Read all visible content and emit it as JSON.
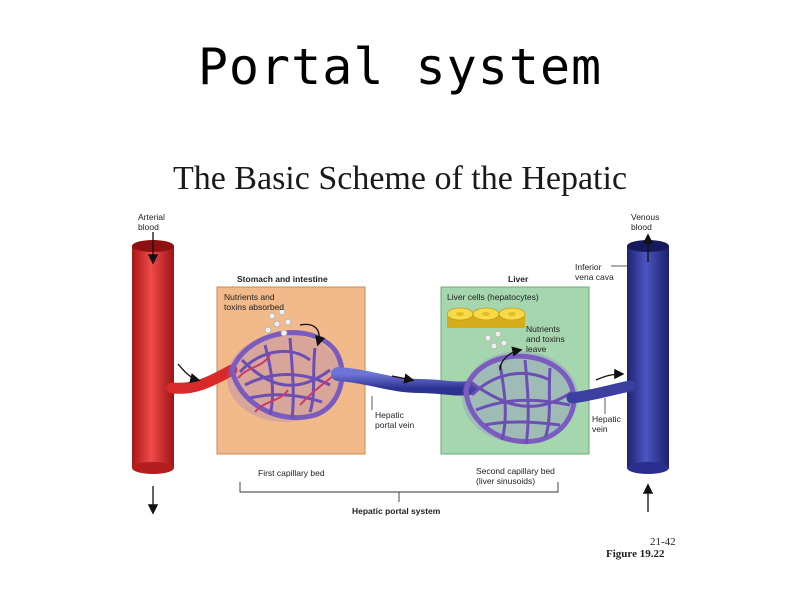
{
  "slide": {
    "title": "Portal system",
    "subtitle": "The Basic Scheme of the Hepatic"
  },
  "diagram": {
    "arterial_blood": [
      "Arterial",
      "blood"
    ],
    "venous_blood": [
      "Venous",
      "blood"
    ],
    "inferior_vena_cava": [
      "Inferior",
      "vena cava"
    ],
    "stomach_box_title": "Stomach and intestine",
    "nutrients_absorbed": [
      "Nutrients and",
      "toxins absorbed"
    ],
    "liver_box_title": "Liver",
    "liver_cells": "Liver cells (hepatocytes)",
    "nutrients_leave": [
      "Nutrients",
      "and toxins",
      "leave"
    ],
    "hepatic_portal_vein": [
      "Hepatic",
      "portal vein"
    ],
    "hepatic_vein": [
      "Hepatic",
      "vein"
    ],
    "first_capillary_bed": "First capillary bed",
    "second_capillary_bed": [
      "Second capillary bed",
      "(liver sinusoids)"
    ],
    "hepatic_portal_system": "Hepatic portal system",
    "page_ref": "21-42",
    "figure_ref": "Figure 19.22"
  },
  "colors": {
    "artery": "#d82a2a",
    "vein": "#2a2f8f",
    "portal": "#4a52b0",
    "capillary": "#7a5cc0",
    "stomach_box": "#f2b98a",
    "liver_box": "#9fd0a8",
    "hepatocyte": "#f2d23a"
  }
}
